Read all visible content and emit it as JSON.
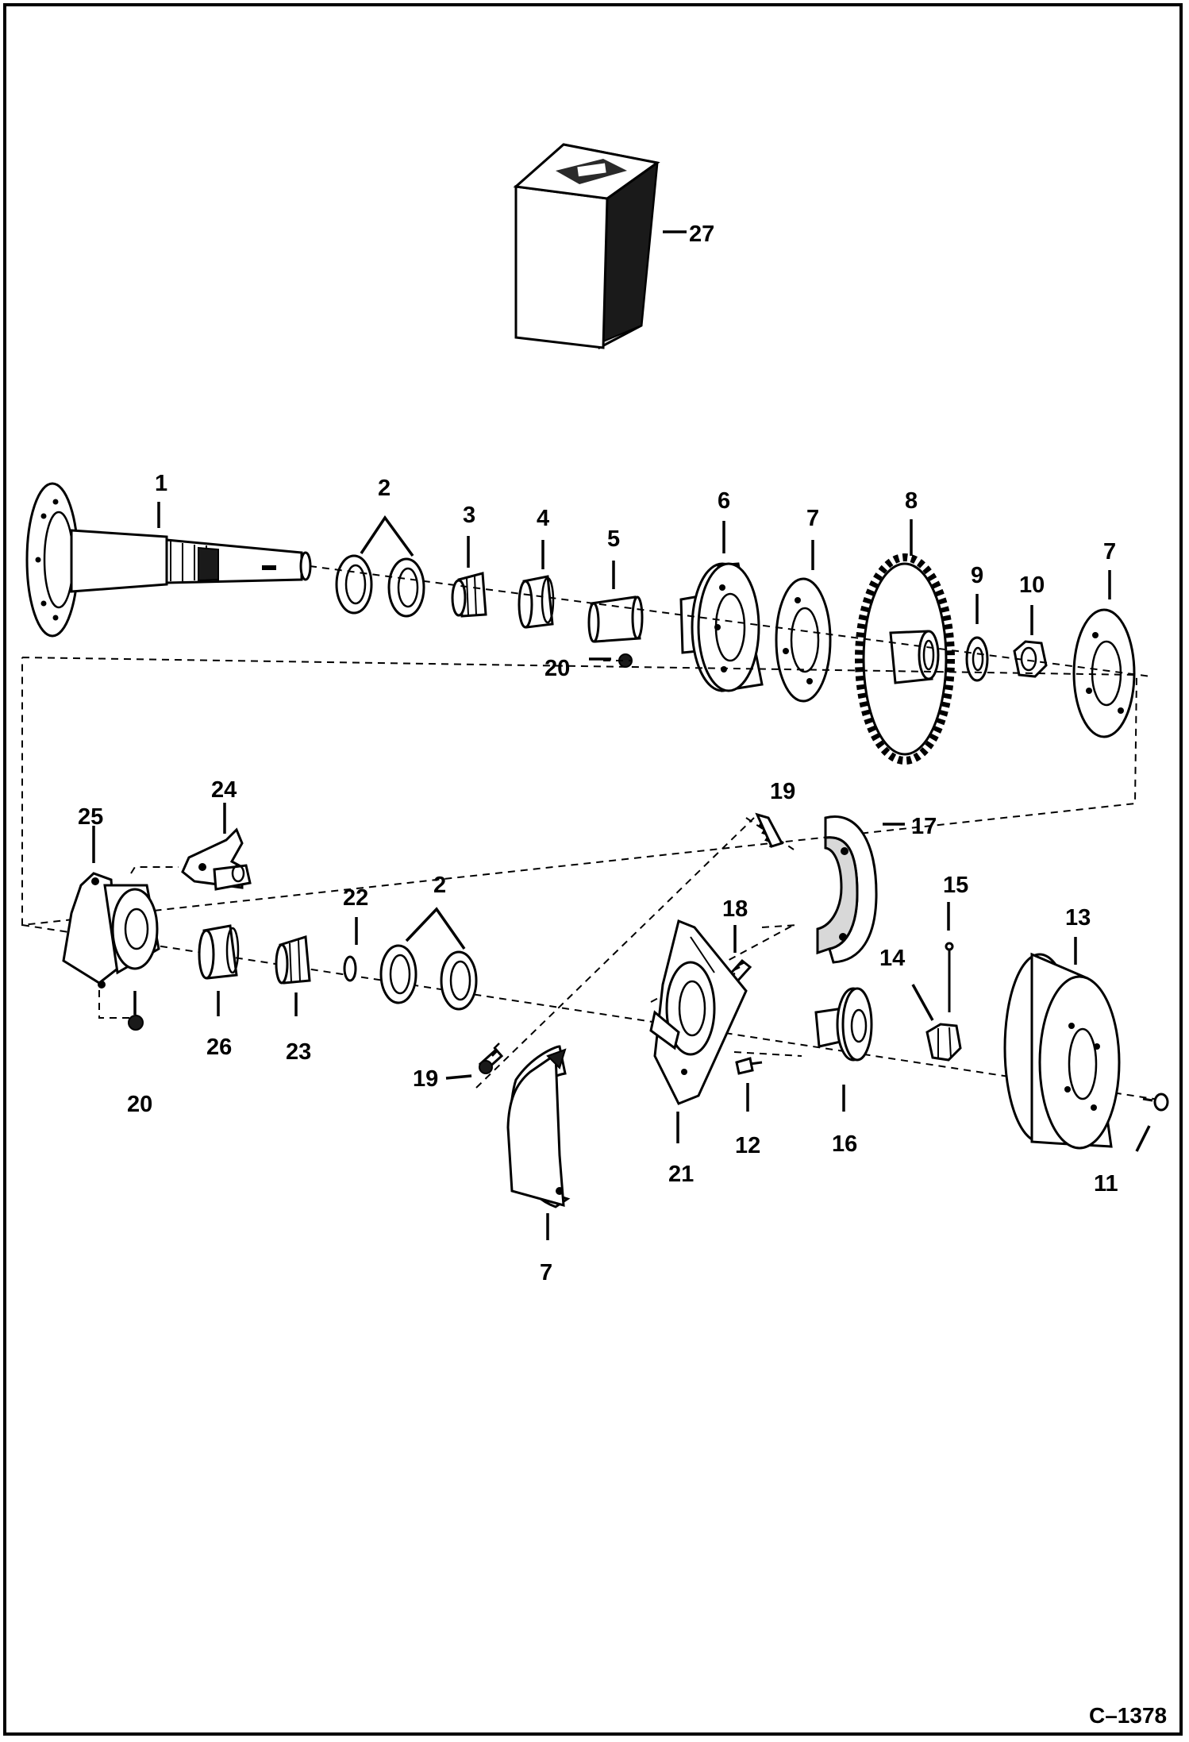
{
  "drawing_code": "C–1378",
  "callouts": {
    "c1": "1",
    "c2a": "2",
    "c2b": "2",
    "c3": "3",
    "c4": "4",
    "c5": "5",
    "c6": "6",
    "c7a": "7",
    "c7b": "7",
    "c7c": "7",
    "c8": "8",
    "c9": "9",
    "c10": "10",
    "c11": "11",
    "c12": "12",
    "c13": "13",
    "c14": "14",
    "c15": "15",
    "c16": "16",
    "c17": "17",
    "c18": "18",
    "c19a": "19",
    "c19b": "19",
    "c20a": "20",
    "c20b": "20",
    "c21": "21",
    "c22": "22",
    "c23": "23",
    "c24": "24",
    "c25": "25",
    "c26": "26",
    "c27": "27"
  }
}
